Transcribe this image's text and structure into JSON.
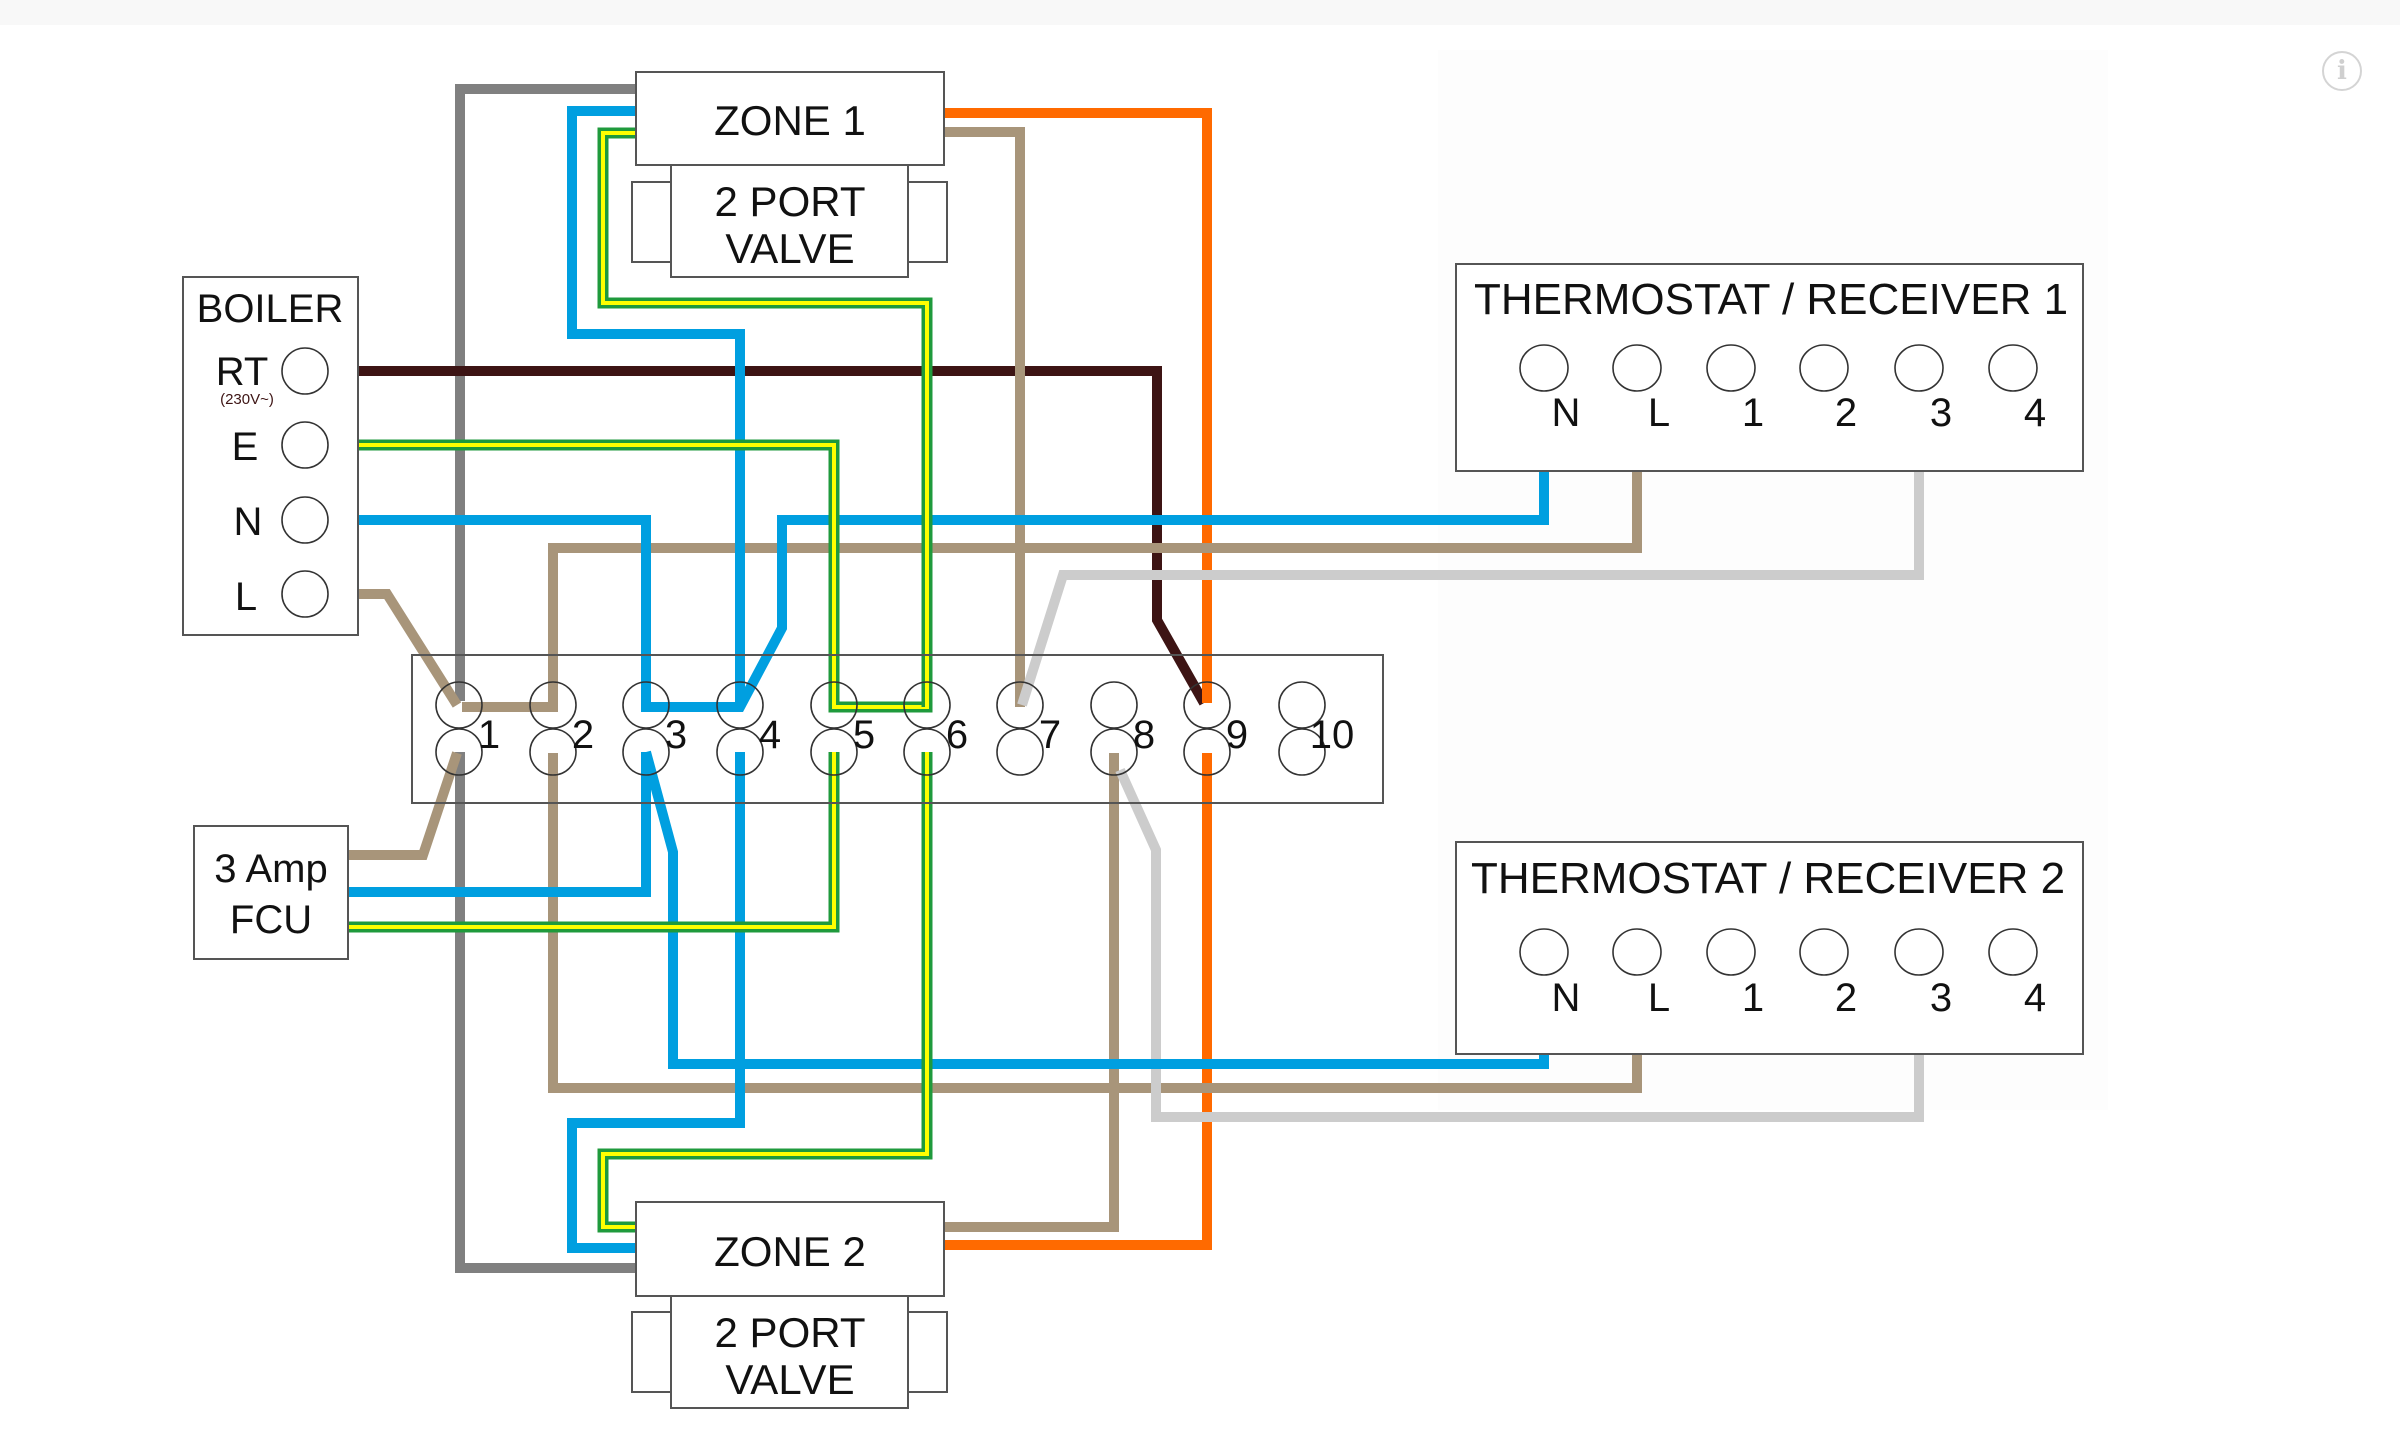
{
  "window": {
    "info_button_icon": "i"
  },
  "colors": {
    "live_brown": "#a8957a",
    "neutral_blue": "#009fe0",
    "earth_green": "#1f9a3c",
    "earth_yellow": "#ffff00",
    "switched_orange": "#ff6a00",
    "rt_brown": "#3d1414",
    "grey": "#808080",
    "light_grey": "#cccccc"
  },
  "boiler": {
    "title": "BOILER",
    "terminals": [
      {
        "label": "RT",
        "sublabel": "(230V~)"
      },
      {
        "label": "E"
      },
      {
        "label": "N"
      },
      {
        "label": "L"
      }
    ]
  },
  "fcu": {
    "line1": "3 Amp",
    "line2": "FCU"
  },
  "zone1": {
    "title": "ZONE 1",
    "valve_line1": "2 PORT",
    "valve_line2": "VALVE"
  },
  "zone2": {
    "title": "ZONE 2",
    "valve_line1": "2 PORT",
    "valve_line2": "VALVE"
  },
  "junction_box": {
    "terminals": [
      "1",
      "2",
      "3",
      "4",
      "5",
      "6",
      "7",
      "8",
      "9",
      "10"
    ]
  },
  "receiver1": {
    "title": "THERMOSTAT / RECEIVER 1",
    "terminals": [
      "N",
      "L",
      "1",
      "2",
      "3",
      "4"
    ]
  },
  "receiver2": {
    "title": "THERMOSTAT / RECEIVER 2",
    "terminals": [
      "N",
      "L",
      "1",
      "2",
      "3",
      "4"
    ]
  },
  "connections": [
    {
      "wire": "grey",
      "from": "ZONE 1",
      "to": "junction 1 / ZONE 2"
    },
    {
      "wire": "neutral_blue",
      "from": "Boiler N",
      "to": "junction 3 → junction 4 → Receiver 1 N"
    },
    {
      "wire": "live_brown",
      "from": "Boiler L",
      "to": "junction 1 → junction 2 → Receiver 1 L / Receiver 2 L"
    },
    {
      "wire": "earth",
      "from": "Boiler E",
      "to": "junction 5 / junction 6"
    },
    {
      "wire": "rt_brown",
      "from": "Boiler RT",
      "to": "junction 9"
    },
    {
      "wire": "switched_orange",
      "from": "ZONE 1 / ZONE 2",
      "to": "junction 9"
    },
    {
      "wire": "light_grey",
      "from": "Receiver 1 terminal 3",
      "to": "junction 7"
    },
    {
      "wire": "light_grey",
      "from": "Receiver 2 terminal 3",
      "to": "junction 8"
    }
  ]
}
